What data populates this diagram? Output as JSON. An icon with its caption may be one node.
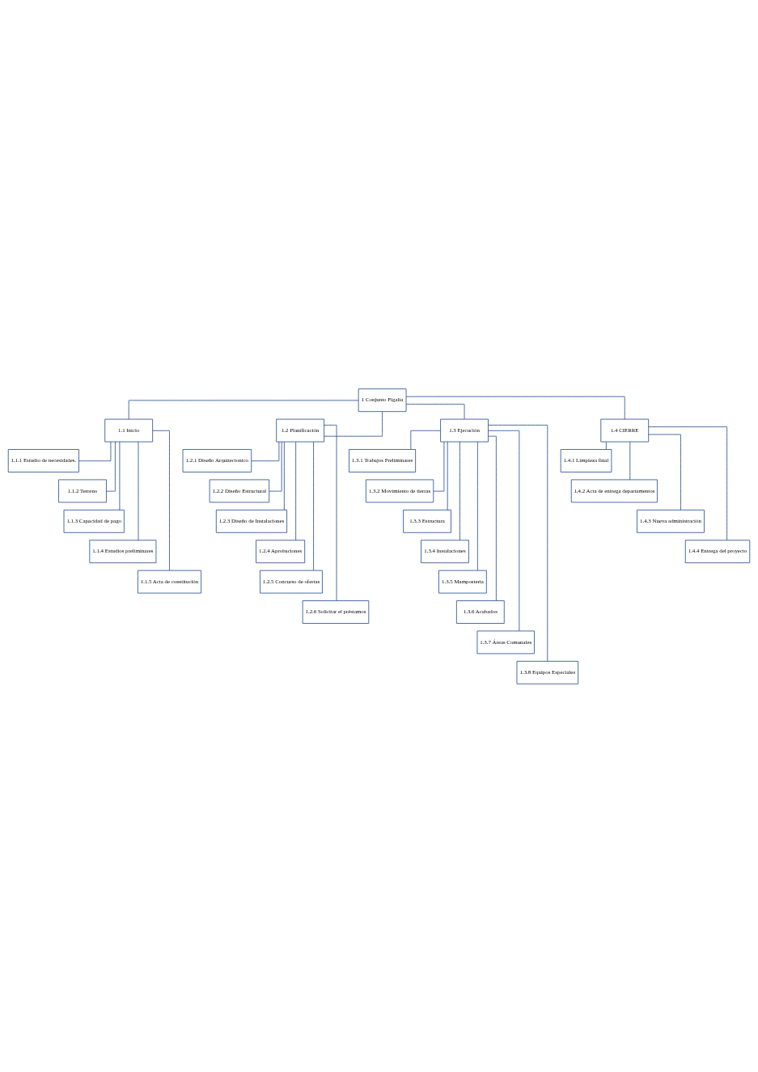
{
  "diagram": {
    "nodes": [
      {
        "text": [
          "1 Conjunto Figalia"
        ]
      },
      {
        "text": [
          "1.1 Inicio"
        ]
      },
      {
        "text": [
          "1.2 Planificación"
        ]
      },
      {
        "text": [
          "1.3 Ejecución"
        ]
      },
      {
        "text": [
          "1.4 CIERRE"
        ]
      },
      {
        "text": [
          "1.1.1 Estudio de necesidades."
        ]
      },
      {
        "text": [
          "1.1.2 Terreno"
        ]
      },
      {
        "text": [
          "1.1.3 Capacidad de pago"
        ]
      },
      {
        "text": [
          "1.1.4 Estudios preliminares"
        ]
      },
      {
        "text": [
          "1.1.5 Acta de constitución"
        ]
      },
      {
        "text": [
          "1.2.1 Diseño Arquitectonico"
        ]
      },
      {
        "text": [
          "1.2.2 Diseño Estructural"
        ]
      },
      {
        "text": [
          "1.2.3 Diseño de Instalaciones"
        ]
      },
      {
        "text": [
          "1.2.4 Aprobaciones"
        ]
      },
      {
        "text": [
          "1.2.5 Concurso de ofertas"
        ]
      },
      {
        "text": [
          "1.2.6 Solicitar el préstamos"
        ]
      },
      {
        "text": [
          "1.3.1 Trabajos Preliminares"
        ]
      },
      {
        "text": [
          "1.3.2 Movimiento de tierras"
        ]
      },
      {
        "text": [
          "1.3.3 Estructura"
        ]
      },
      {
        "text": [
          "1.3.4 Instalaciones"
        ]
      },
      {
        "text": [
          "1.3.5 Mampostería"
        ]
      },
      {
        "text": [
          "1.3.6 Acabados"
        ]
      },
      {
        "text": [
          "1.3.7 Áreas Comunales"
        ]
      },
      {
        "text": [
          "1.3.8 Equipos Especiales"
        ]
      },
      {
        "text": [
          "1.4.1 Limpieza final"
        ]
      },
      {
        "text": [
          "1.4.2 Acta de entrega departamentos"
        ]
      },
      {
        "text": [
          "1.4.3 Nueva administración"
        ]
      },
      {
        "text": [
          "1.4.4 Entrega del proyecto"
        ]
      }
    ],
    "edges": [
      {
        "from": 0,
        "to": 1,
        "arrow": "none"
      },
      {
        "from": 0,
        "to": 2,
        "arrow": "none"
      },
      {
        "from": 0,
        "to": 3,
        "arrow": "none"
      },
      {
        "from": 0,
        "to": 4,
        "arrow": "none"
      },
      {
        "from": 1,
        "to": 5,
        "arrow": "none"
      },
      {
        "from": 1,
        "to": 6,
        "arrow": "none"
      },
      {
        "from": 1,
        "to": 7,
        "arrow": "none"
      },
      {
        "from": 1,
        "to": 8,
        "arrow": "none"
      },
      {
        "from": 1,
        "to": 9,
        "arrow": "none"
      },
      {
        "from": 2,
        "to": 10,
        "arrow": "none"
      },
      {
        "from": 2,
        "to": 11,
        "arrow": "none"
      },
      {
        "from": 2,
        "to": 12,
        "arrow": "none"
      },
      {
        "from": 2,
        "to": 13,
        "arrow": "none"
      },
      {
        "from": 2,
        "to": 14,
        "arrow": "none"
      },
      {
        "from": 2,
        "to": 15,
        "arrow": "none"
      },
      {
        "from": 3,
        "to": 16,
        "arrow": "none"
      },
      {
        "from": 3,
        "to": 17,
        "arrow": "none"
      },
      {
        "from": 3,
        "to": 18,
        "arrow": "none"
      },
      {
        "from": 3,
        "to": 19,
        "arrow": "none"
      },
      {
        "from": 3,
        "to": 20,
        "arrow": "none"
      },
      {
        "from": 3,
        "to": 21,
        "arrow": "none"
      },
      {
        "from": 3,
        "to": 22,
        "arrow": "none"
      },
      {
        "from": 3,
        "to": 23,
        "arrow": "none"
      },
      {
        "from": 4,
        "to": 24,
        "arrow": "none"
      },
      {
        "from": 4,
        "to": 25,
        "arrow": "none"
      },
      {
        "from": 4,
        "to": 26,
        "arrow": "none"
      },
      {
        "from": 4,
        "to": 27,
        "arrow": "none"
      }
    ]
  }
}
